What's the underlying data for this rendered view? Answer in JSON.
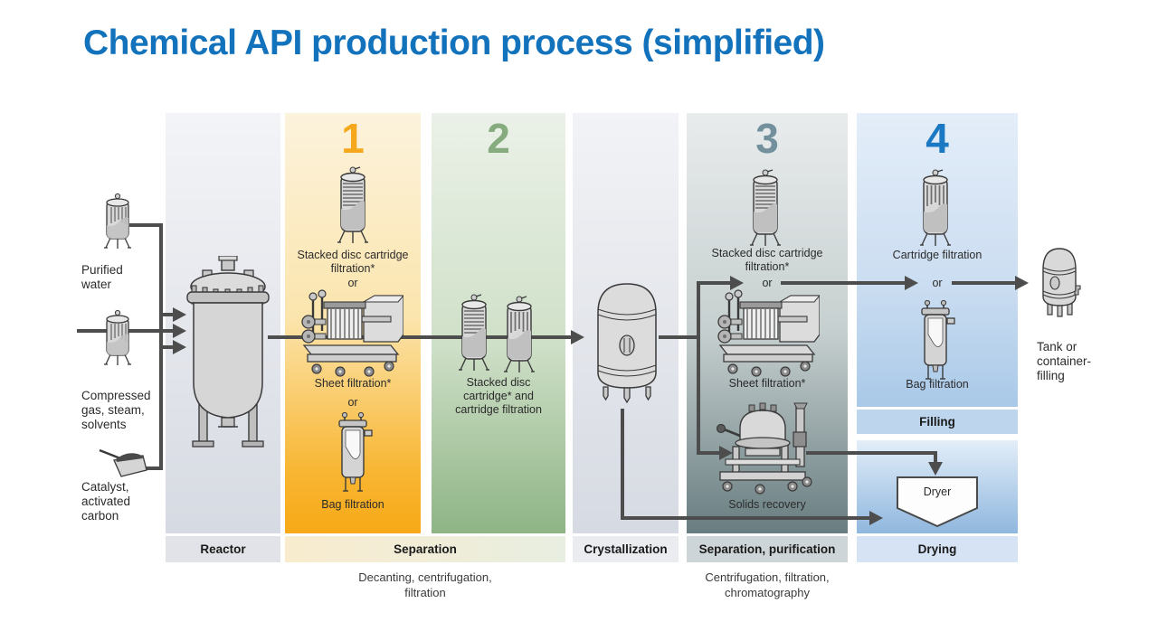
{
  "title": "Chemical API production process (simplified)",
  "colors": {
    "title": "#1272BC",
    "step1": "#F5A81C",
    "step2": "#85AB7E",
    "step3": "#73909D",
    "step4": "#1B79C4"
  },
  "inputs": {
    "purified_water": "Purified\nwater",
    "compressed_gas": "Compressed\ngas, steam,\nsolvents",
    "catalyst": "Catalyst,\nactivated\ncarbon"
  },
  "steps": {
    "one": {
      "number": "1",
      "option_a": "Stacked disc cartridge\nfiltration*",
      "or_1": "or",
      "option_b": "Sheet filtration*",
      "or_2": "or",
      "option_c": "Bag filtration"
    },
    "two": {
      "number": "2",
      "label": "Stacked disc\ncartridge* and\ncartridge filtration"
    },
    "three": {
      "number": "3",
      "option_a": "Stacked disc cartridge\nfiltration*",
      "or_1": "or",
      "option_b": "Sheet filtration*",
      "solids": "Solids recovery"
    },
    "four": {
      "number": "4",
      "option_a": "Cartridge filtration",
      "or_1": "or",
      "option_b": "Bag filtration"
    }
  },
  "sections": {
    "reactor": "Reactor",
    "separation": "Separation",
    "separation_sub": "Decanting, centrifugation,\nfiltration",
    "crystallization": "Crystallization",
    "separation_purification": "Separation, purification",
    "separation_purification_sub": "Centrifugation, filtration,\nchromatography",
    "filling": "Filling",
    "drying": "Drying"
  },
  "dryer_label": "Dryer",
  "output": "Tank or\ncontainer-\nfilling"
}
